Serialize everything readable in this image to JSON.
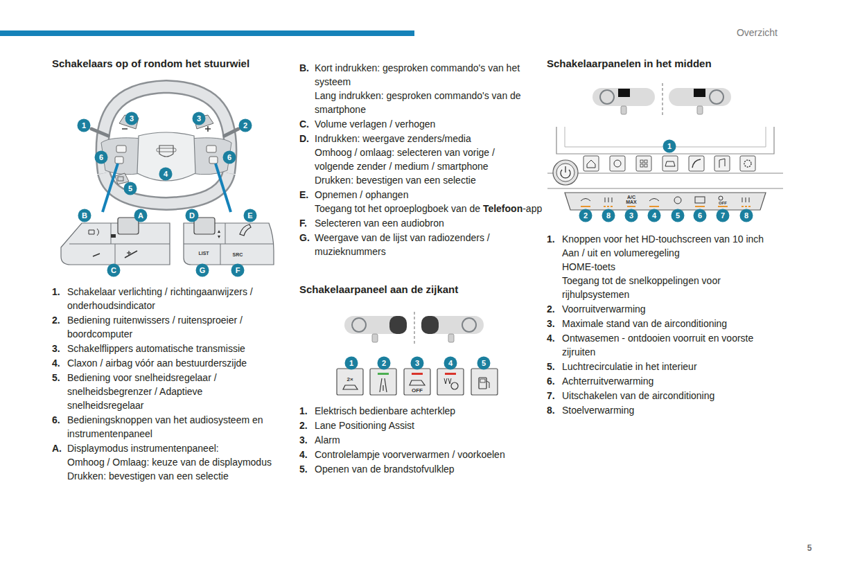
{
  "diagram": {
    "labels": [
      "Overzicht",
      "Schakelaars op of rondom het stuurwiel",
      "1",
      "3",
      "3",
      "2",
      "6",
      "6",
      "4",
      "5",
      "B",
      "A",
      "D",
      "E",
      "C",
      "G",
      "F",
      "LIST",
      "SRC",
      "1.",
      "Schakelaar verlichting / richtingaanwijzers / onderhoudsindicator",
      "2.",
      "Bediening ruitenwissers / ruitensproeier / boordcomputer",
      "3.",
      "Schakelflippers automatische transmissie",
      "4.",
      "Claxon / airbag vóór aan bestuurderszijde",
      "5.",
      "Bediening voor snelheidsregelaar / snelheidsbegrenzer / Adaptieve snelheidsregelaar",
      "6.",
      "Bedieningsknoppen van het audiosysteem en instrumentenpaneel",
      "A.",
      "Displaymodus instrumentenpaneel:",
      "Omhoog / Omlaag: keuze van de displaymodus",
      "Drukken: bevestigen van een selectie",
      "B.",
      "Kort indrukken: gesproken commando's van het systeem",
      "Lang indrukken: gesproken commando's van de smartphone",
      "C.",
      "Volume verlagen / verhogen",
      "D.",
      "Indrukken: weergave zenders/media",
      "Omhoog / omlaag: selecteren van vorige / volgende zender / medium / smartphone",
      "Drukken: bevestigen van een selectie",
      "E.",
      "Opnemen / ophangen",
      "Toegang tot het oproeplogboek van de",
      "Telefoon",
      "-app",
      "F.",
      "Selecteren van een audiobron",
      "G.",
      "Weergave van de lijst van radiozenders / muzieknummers",
      "Schakelaarpaneel aan de zijkant",
      "1",
      "2",
      "3",
      "4",
      "5",
      "2×",
      "OFF",
      "1.",
      "Elektrisch bedienbare achterklep",
      "2.",
      "Lane Positioning Assist",
      "3.",
      "Alarm",
      "4.",
      "Controlelampje voorverwarmen / voorkoelen",
      "5.",
      "Openen van de brandstofvulklep",
      "Schakelaarpanelen in het midden",
      "1",
      "2",
      "8",
      "3",
      "4",
      "5",
      "6",
      "7",
      "8",
      "A/C MAX",
      "OFF",
      "1.",
      "Knoppen voor het HD-touchscreen van 10 inch",
      "Aan / uit en volumeregeling",
      "HOME-toets",
      "Toegang tot de snelkoppelingen voor rijhulpsystemen",
      "2.",
      "Voorruitverwarming",
      "3.",
      "Maximale stand van de airconditioning",
      "4.",
      "Ontwasemen - ontdooien voorruit en voorste zijruiten",
      "5.",
      "Luchtrecirculatie in het interieur",
      "6.",
      "Achterruitverwarming",
      "7.",
      "Uitschakelen van de airconditioning",
      "8.",
      "Stoelverwarming",
      "5"
    ]
  }
}
